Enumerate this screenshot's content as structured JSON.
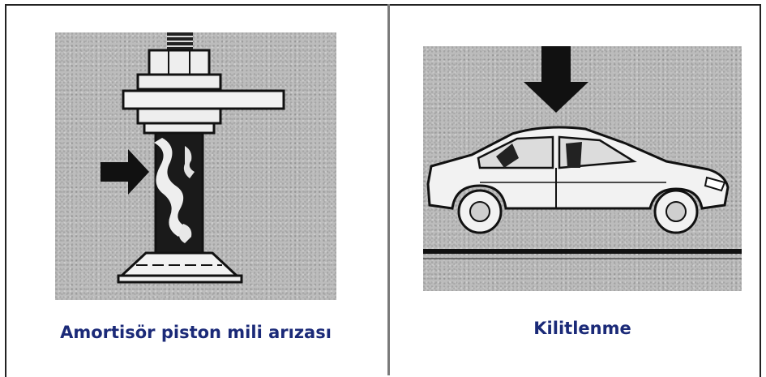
{
  "panels": [
    {
      "caption": "Amortisör piston mili arızası",
      "icon": "piston-rod-failure-illustration"
    },
    {
      "caption": "Kilitlenme",
      "icon": "car-lockup-illustration"
    }
  ],
  "colors": {
    "caption": "#1b2a78",
    "background": "#bcbcbc",
    "ink": "#111111"
  }
}
